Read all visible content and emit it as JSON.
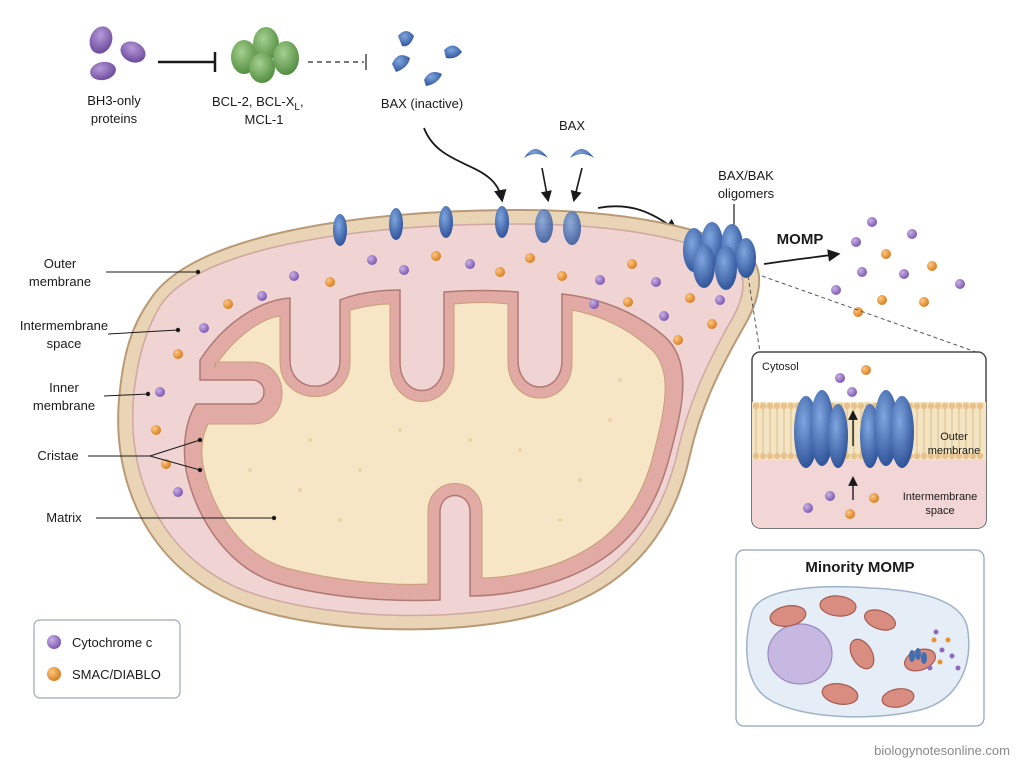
{
  "top_pathway": {
    "bh3_label_line1": "BH3-only",
    "bh3_label_line2": "proteins",
    "bcl2_label_line1": "BCL-2, BCL-X",
    "bcl2_label_sub": "L",
    "bcl2_label_comma": ",",
    "bcl2_label_line2": "MCL-1",
    "bax_inactive_label": "BAX (inactive)",
    "bax_label": "BAX",
    "oligomer_label_line1": "BAX/BAK",
    "oligomer_label_line2": "oligomers",
    "momp_label": "MOMP"
  },
  "mitochondrion_labels": {
    "outer_membrane_line1": "Outer",
    "outer_membrane_line2": "membrane",
    "intermembrane_line1": "Intermembrane",
    "intermembrane_line2": "space",
    "inner_membrane_line1": "Inner",
    "inner_membrane_line2": "membrane",
    "cristae": "Cristae",
    "matrix": "Matrix"
  },
  "legend": {
    "items": [
      {
        "label": "Cytochrome c",
        "color": "#8e6bbf"
      },
      {
        "label": "SMAC/DIABLO",
        "color": "#e8932e"
      }
    ]
  },
  "inset_pore": {
    "cytosol_label": "Cytosol",
    "outer_membrane_line1": "Outer",
    "outer_membrane_line2": "membrane",
    "intermembrane_line1": "Intermembrane",
    "intermembrane_line2": "space"
  },
  "inset_minority": {
    "title": "Minority MOMP"
  },
  "watermark": "biologynotesonline.com",
  "colors": {
    "bh3": "#8a63b8",
    "bcl2": "#6fa85c",
    "bax": "#3f6fb0",
    "bax_dark": "#2c4f96",
    "cyt_c": "#8e6bbf",
    "smac": "#e8932e",
    "outer_membrane": "#e9d4b6",
    "ims": "#f0d3d3",
    "inner_membrane": "#e2aaa4",
    "matrix": "#f6e6c6"
  },
  "icons": [
    "bh3-protein-icon",
    "bcl2-protein-icon",
    "bax-protein-icon",
    "inhibition-arrow-icon",
    "cell-icon"
  ]
}
